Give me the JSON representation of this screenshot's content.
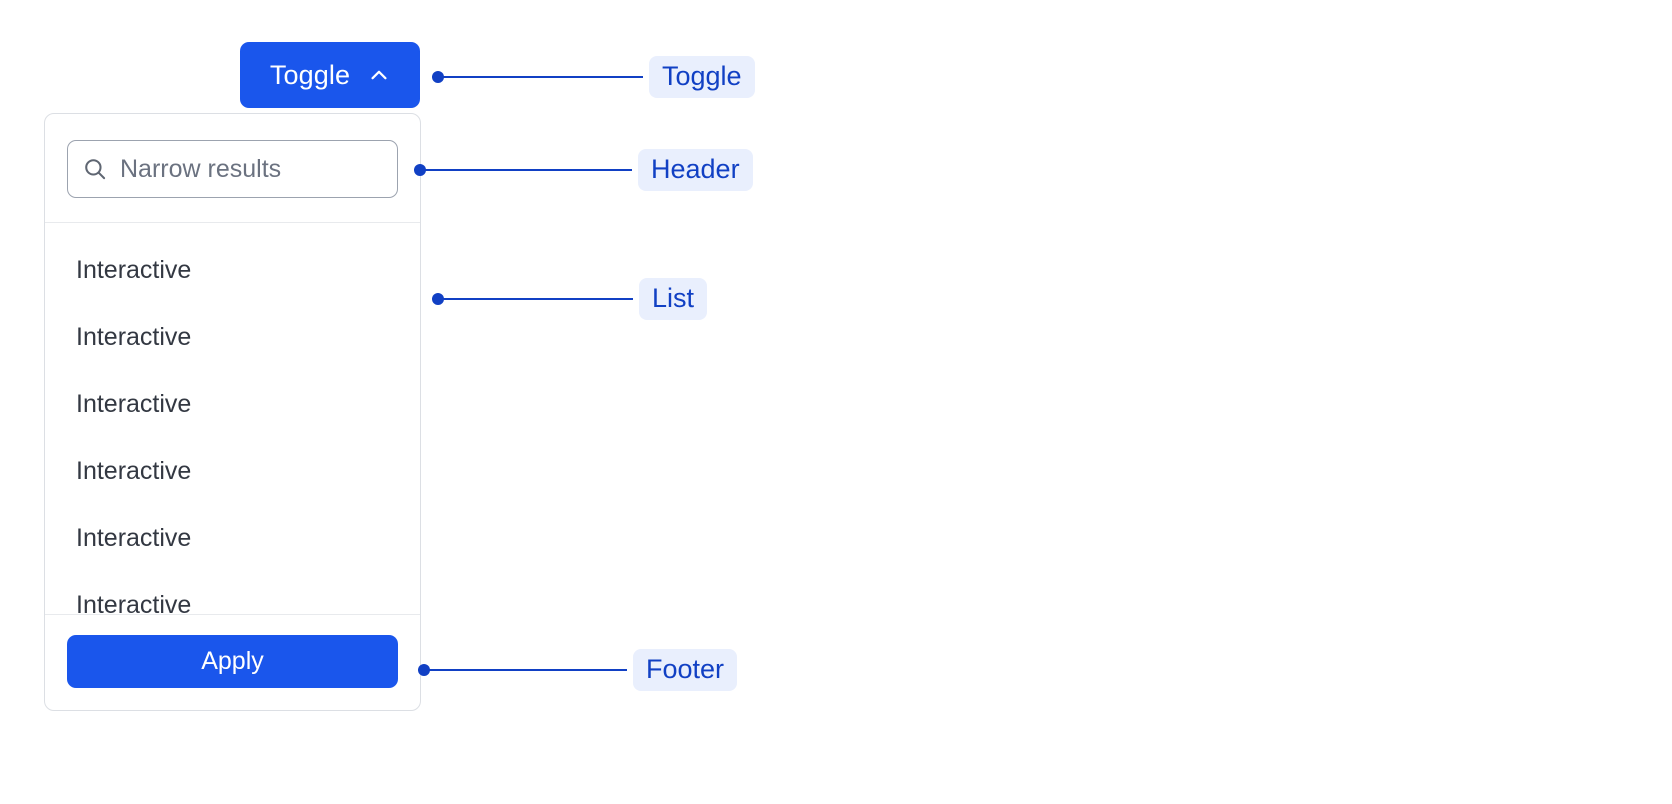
{
  "toggle": {
    "label": "Toggle",
    "icon": "chevron-up-icon",
    "expanded": true,
    "background_color": "#1a56ec",
    "text_color": "#ffffff"
  },
  "panel": {
    "header": {
      "search": {
        "icon": "search-icon",
        "placeholder": "Narrow results",
        "value": ""
      }
    },
    "list": {
      "items": [
        {
          "label": "Interactive"
        },
        {
          "label": "Interactive"
        },
        {
          "label": "Interactive"
        },
        {
          "label": "Interactive"
        },
        {
          "label": "Interactive"
        },
        {
          "label": "Interactive"
        }
      ]
    },
    "footer": {
      "apply_label": "Apply",
      "apply_background_color": "#1a56ec",
      "apply_text_color": "#ffffff"
    },
    "border_color": "#dcdfe4",
    "divider_color": "#e8eaed"
  },
  "annotations": [
    {
      "id": "toggle",
      "label": "Toggle"
    },
    {
      "id": "header",
      "label": "Header"
    },
    {
      "id": "list",
      "label": "List"
    },
    {
      "id": "footer",
      "label": "Footer"
    }
  ],
  "annotation_style": {
    "line_color": "#1140c4",
    "chip_background": "#e9effd",
    "chip_text_color": "#1140c4"
  }
}
